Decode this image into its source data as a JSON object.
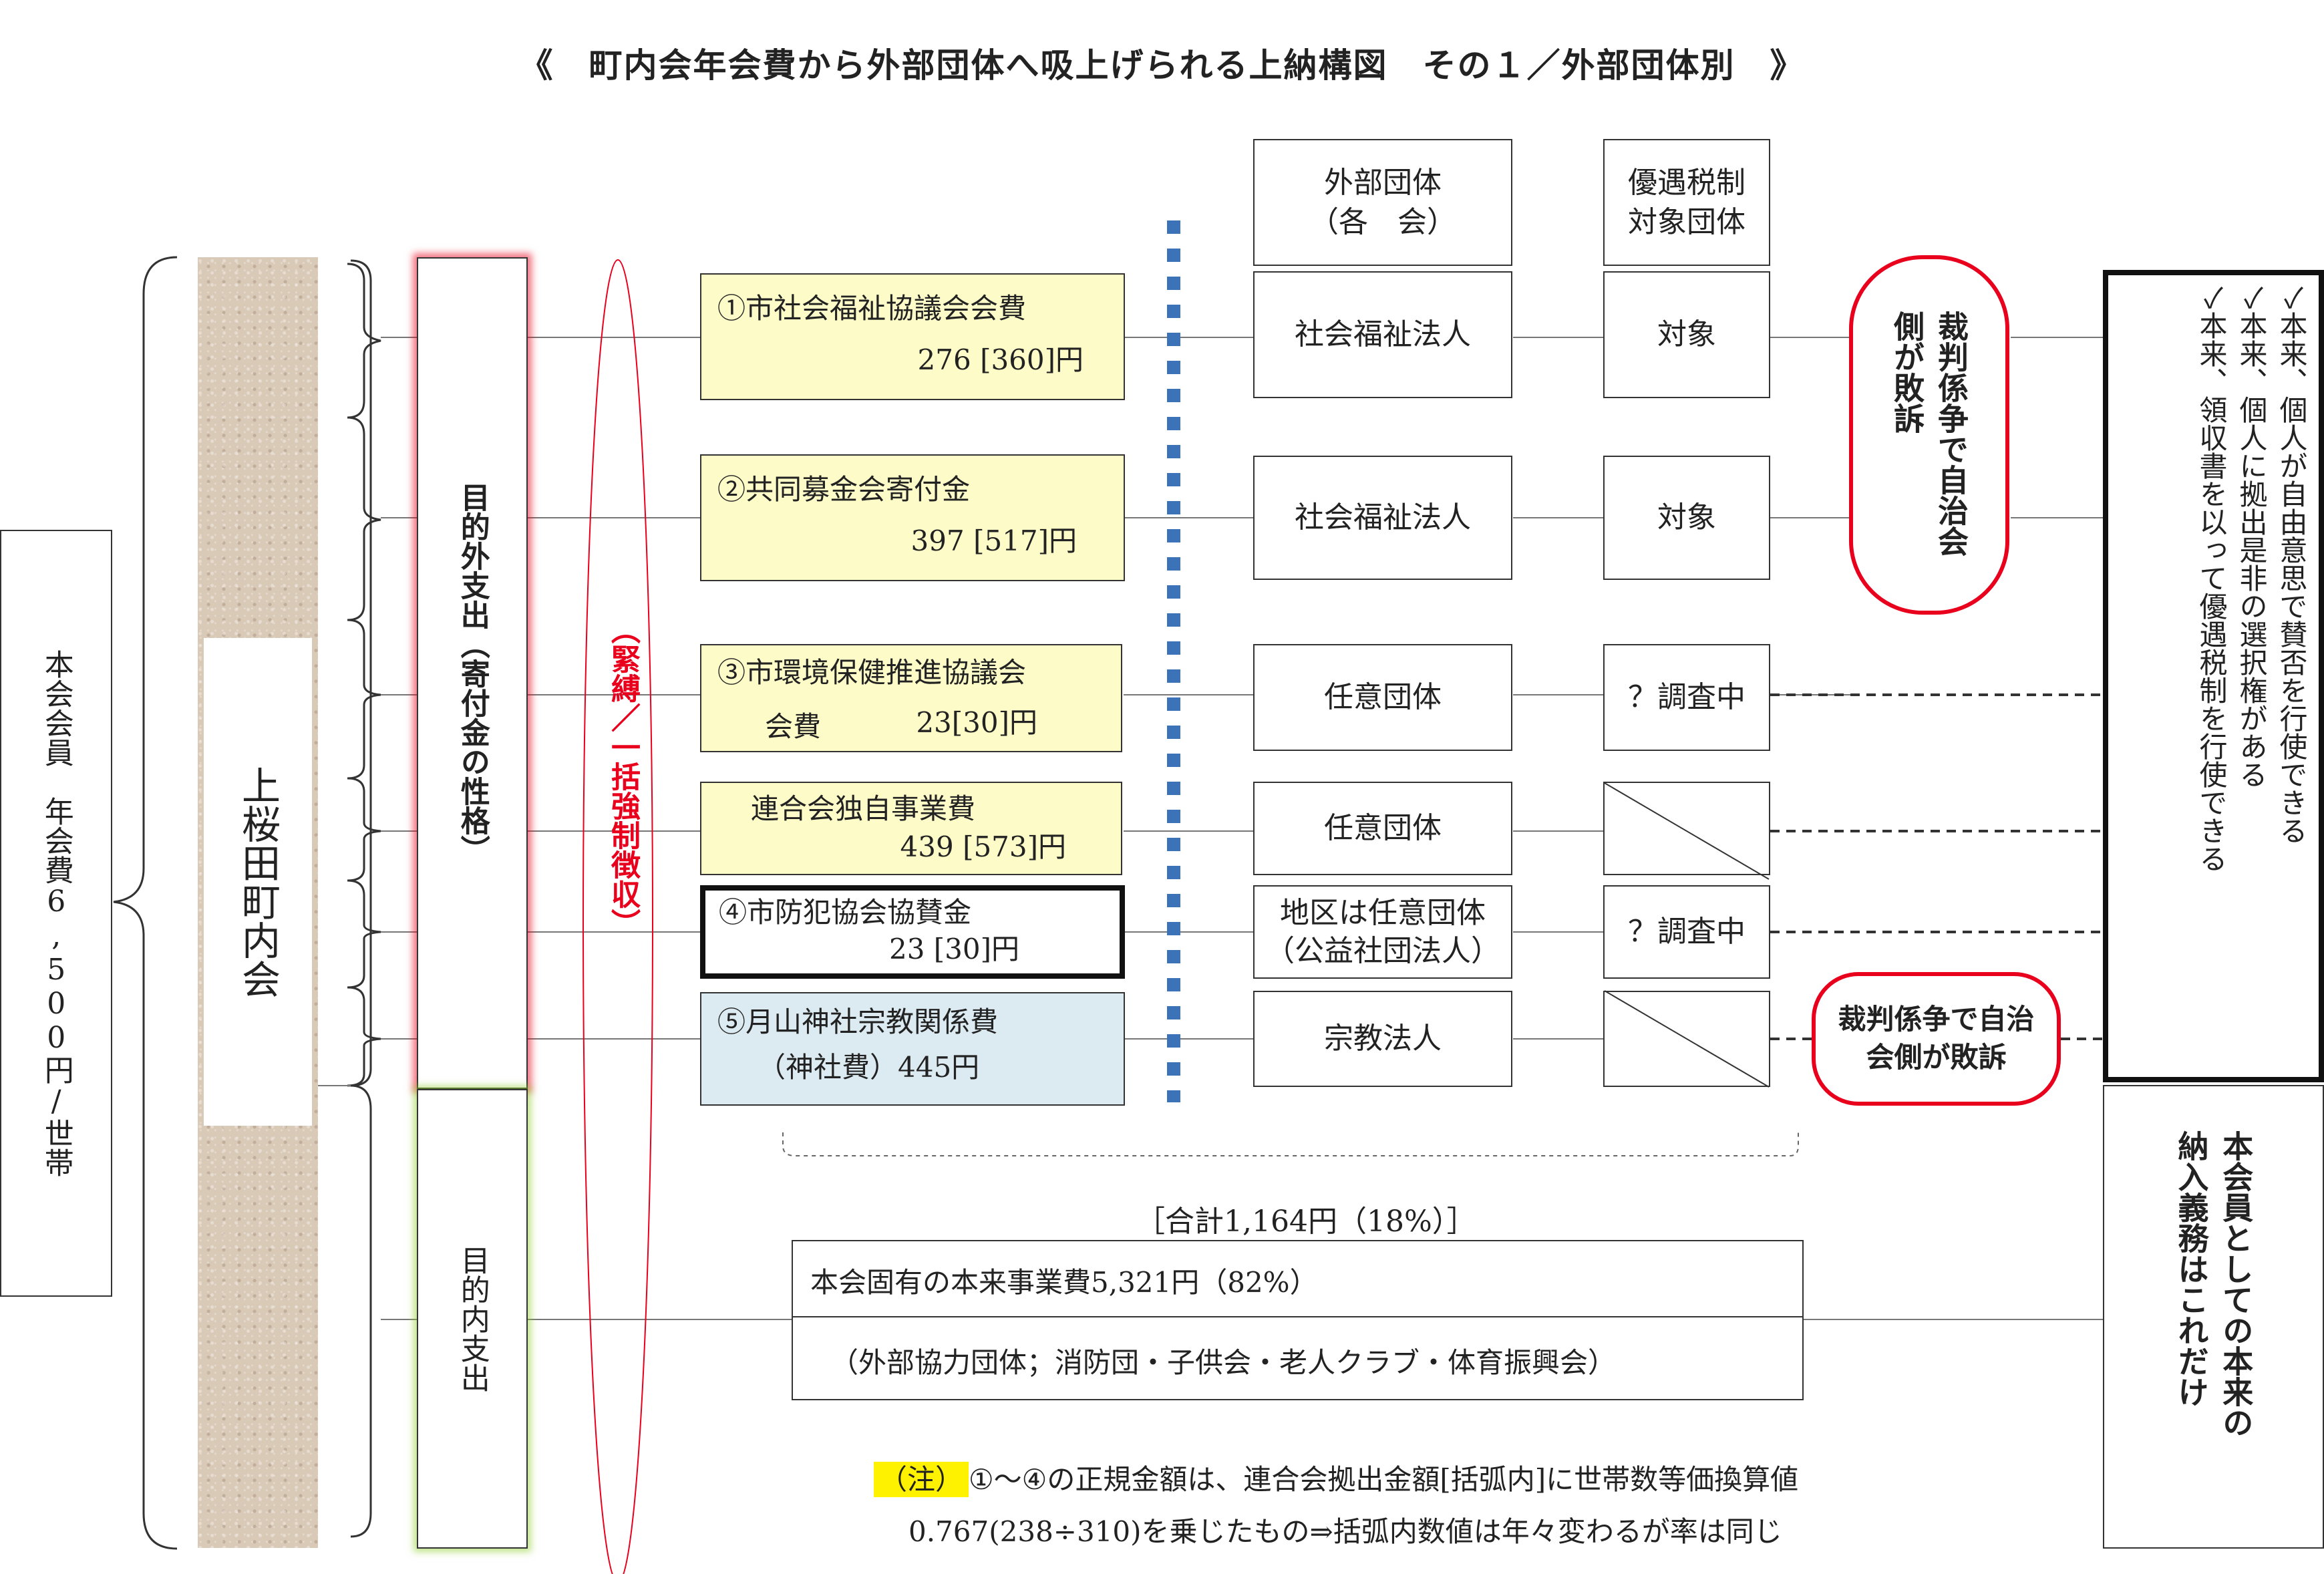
{
  "title": "《　町内会年会費から外部団体へ吸上げられる上納構図　その１／外部団体別　》",
  "member_box": "本会会員　年会費6,500円/世帯",
  "town": "上桜田町内会",
  "category_outside": "目的外支出（寄付金の性格）",
  "category_inside": "目的内支出",
  "coercion": "（緊縛／一括強制徴収）",
  "header_org": "外部団体\n（各　会）",
  "header_tax": "優遇税制\n対象団体",
  "items": [
    {
      "name": "①市社会福祉協議会会費",
      "amount": "276 [360]円",
      "org": "社会福祉法人",
      "tax": "対象"
    },
    {
      "name": "②共同募金会寄付金",
      "amount": "397 [517]円",
      "org": "社会福祉法人",
      "tax": "対象"
    },
    {
      "name": "③市環境保健推進協議会",
      "name2": "会費",
      "amount": "23[30]円",
      "org": "任意団体",
      "tax": "？調査中"
    },
    {
      "name": "連合会独自事業費",
      "amount": "439 [573]円",
      "org": "任意団体",
      "tax": ""
    },
    {
      "name": "④市防犯協会協賛金",
      "amount": "23 [30]円",
      "org": "地区は任意団体\n（公益社団法人）",
      "tax": "？調査中"
    },
    {
      "name": "⑤月山神社宗教関係費",
      "name2": "（神社費）445円",
      "amount": "",
      "org": "宗教法人",
      "tax": ""
    }
  ],
  "court_lost_1": "裁判係争で自治会側が敗訴",
  "court_lost_2": "裁判係争で自治\n会側が敗訴",
  "rights": [
    "✓本来、個人が自由意思で賛否を行使できる",
    "✓本来、個人に拠出是非の選択権がある",
    "✓本来、領収書を以って優遇税制を行使できる"
  ],
  "duty": "本会員としての本来の納入義務はこれだけ",
  "total": "［合計1,164円（18%）］",
  "core_business": "本会固有の本来事業費5,321円（82%）",
  "cooperating_groups": "（外部協力団体；消防団・子供会・老人クラブ・体育振興会）",
  "note_label": "（注）",
  "note_line1": "①～④の正規金額は、連合会拠出金額[括弧内]に世帯数等価換算値",
  "note_line2": "0.767(238÷310)を乗じたもの⇒括弧内数値は年々変わるが率は同じ",
  "colors": {
    "yellow_box": "#fdfbc7",
    "blue_box": "#dcebf1",
    "red": "#e8001c",
    "dotted_blue": "#3c72b8",
    "highlight": "#fff200"
  }
}
